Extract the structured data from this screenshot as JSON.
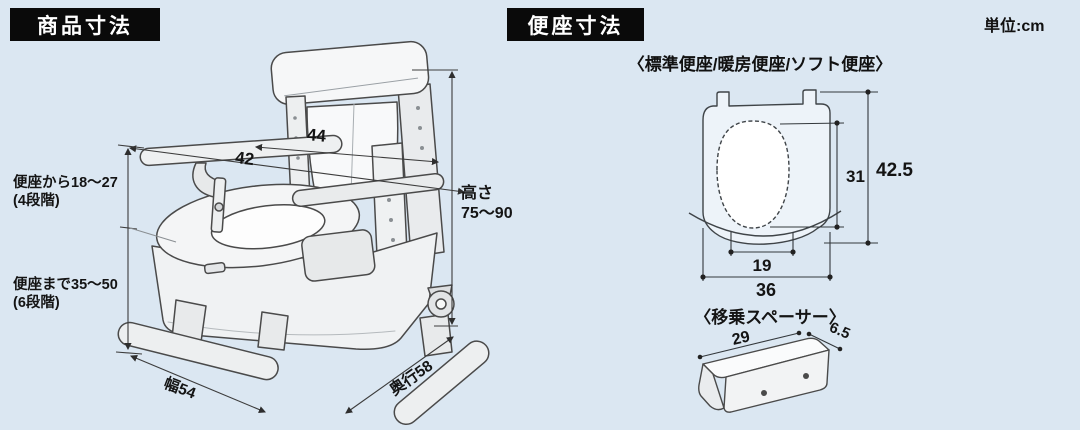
{
  "unit": "単位:cm",
  "product": {
    "header": "商品寸法",
    "back_width": "44",
    "inner_width": "42",
    "height_label": "高さ",
    "height_value": "75〜90",
    "width_label": "幅54",
    "depth_label": "奥行58",
    "armrest_height_label": "便座から18〜27",
    "armrest_height_steps": "(4段階)",
    "seat_height_label": "便座まで35〜50",
    "seat_height_steps": "(6段階)"
  },
  "seat": {
    "header": "便座寸法",
    "subtitle": "〈標準便座/暖房便座/ソフト便座〉",
    "opening_depth": "31",
    "overall_depth": "42.5",
    "opening_width": "19",
    "overall_width": "36",
    "spacer_title": "〈移乗スペーサー〉",
    "spacer_length": "29",
    "spacer_depth": "6.5"
  }
}
